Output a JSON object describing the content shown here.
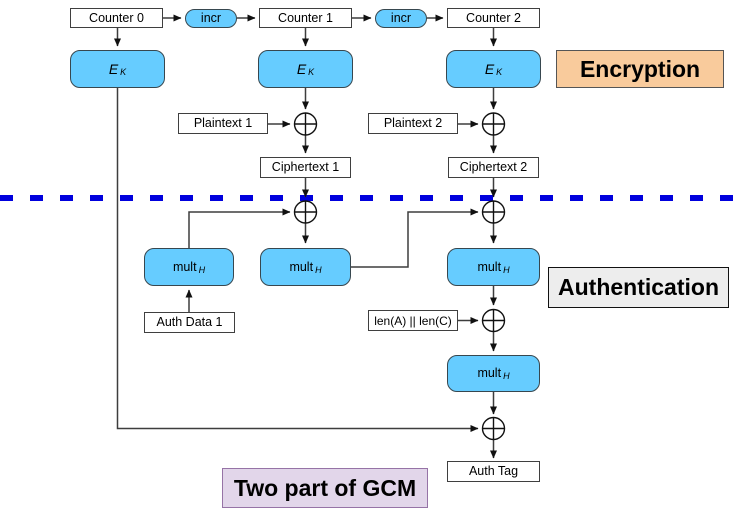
{
  "diagram": {
    "type": "block-diagram",
    "subject": "GCM (Galois/Counter Mode) two-part structure: encryption and authentication",
    "nodes": {
      "counter0": "Counter 0",
      "incr1": "incr",
      "counter1": "Counter 1",
      "incr2": "incr",
      "counter2": "Counter 2",
      "ek_main": "E",
      "ek_sub": "K",
      "plaintext1": "Plaintext 1",
      "plaintext2": "Plaintext 2",
      "ciphertext1": "Ciphertext 1",
      "ciphertext2": "Ciphertext 2",
      "mult_main": "mult",
      "mult_sub": "H",
      "auth_data1": "Auth Data 1",
      "len_label": "len(A) || len(C)",
      "auth_tag": "Auth Tag"
    },
    "section_labels": {
      "encryption": "Encryption",
      "authentication": "Authentication",
      "footer": "Two part of GCM"
    },
    "icons": {
      "xor_icon": "circled-plus ⊕"
    },
    "colors": {
      "node_fill_blue": "#66CCFF",
      "node_border": "#37474f",
      "plain_box_border": "#3f3f3f",
      "encryption_label_bg": "#F9CB9C",
      "authentication_label_bg": "#EDEDED",
      "footer_label_bg": "#E2D6EA",
      "footer_label_border": "#9673A6",
      "divider_dash_blue": "#0000DD",
      "connector_line": "#3d3d3d",
      "background": "#FFFFFF"
    }
  }
}
